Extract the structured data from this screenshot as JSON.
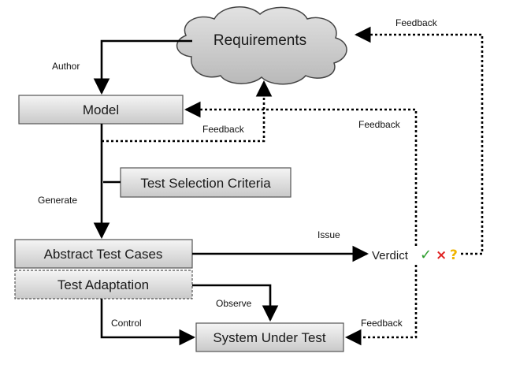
{
  "nodes": {
    "requirements": "Requirements",
    "model": "Model",
    "test_selection": "Test Selection Criteria",
    "abstract_tests": "Abstract Test Cases",
    "test_adaptation": "Test Adaptation",
    "sut": "System Under Test",
    "verdict": "Verdict"
  },
  "verdict_symbols": {
    "pass": {
      "text": "✓",
      "color": "#2e9e2e"
    },
    "fail": {
      "text": "×",
      "color": "#e02222"
    },
    "inconclusive": {
      "text": "?",
      "color": "#f0b400"
    }
  },
  "edge_labels": {
    "author": "Author",
    "generate": "Generate",
    "issue": "Issue",
    "observe": "Observe",
    "control": "Control",
    "feedback_top": "Feedback",
    "feedback_model": "Feedback",
    "feedback_req": "Feedback",
    "feedback_sut": "Feedback"
  },
  "colors": {
    "box_top": "#f4f4f4",
    "box_bottom": "#c8c8c8",
    "box_border": "#555555",
    "cloud_fill": "#cfcfcf",
    "arrow": "#000000"
  }
}
